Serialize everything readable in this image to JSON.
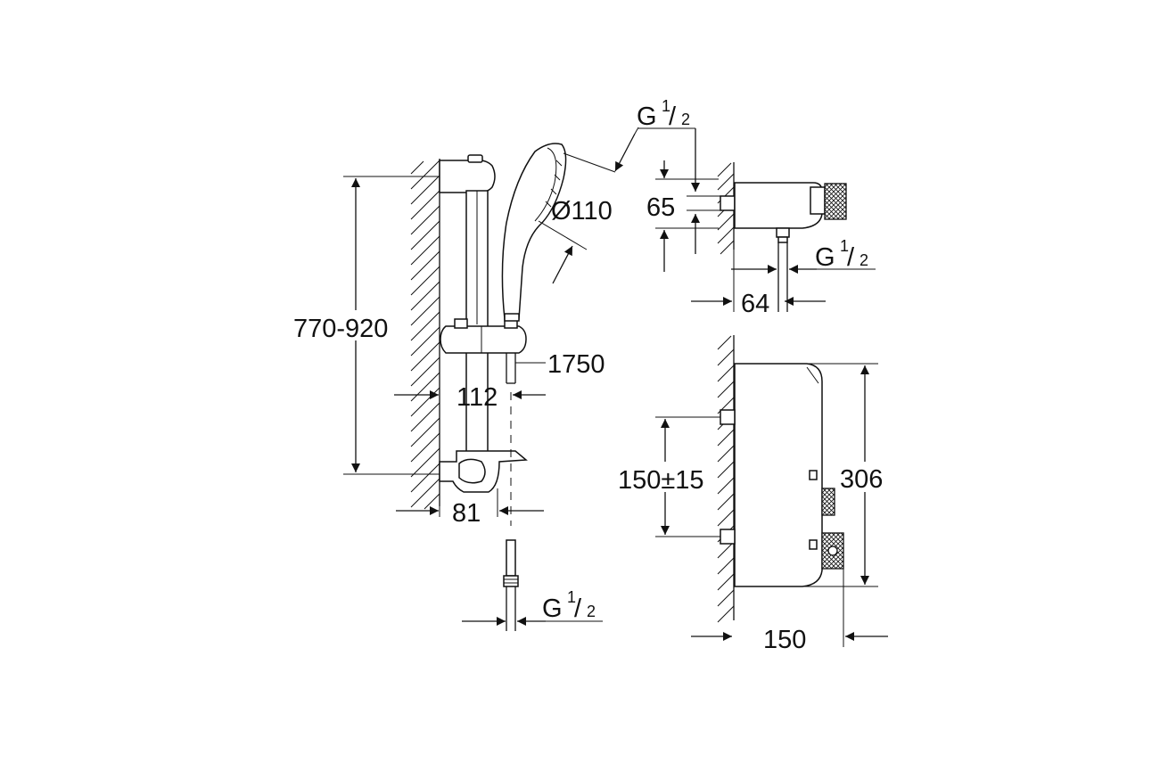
{
  "dimensions": {
    "rail_height_range": "770-920",
    "hand_shower_diameter": "Ø110",
    "hose_length": "1750",
    "rail_offset": "112",
    "rail_depth": "81",
    "inlet_height": "65",
    "outlet_offset": "64",
    "thermostat_centers": "150±15",
    "thermostat_height": "306",
    "thermostat_depth": "150"
  },
  "threads": {
    "letter": "G",
    "numerator": "1",
    "denominator": "2"
  }
}
